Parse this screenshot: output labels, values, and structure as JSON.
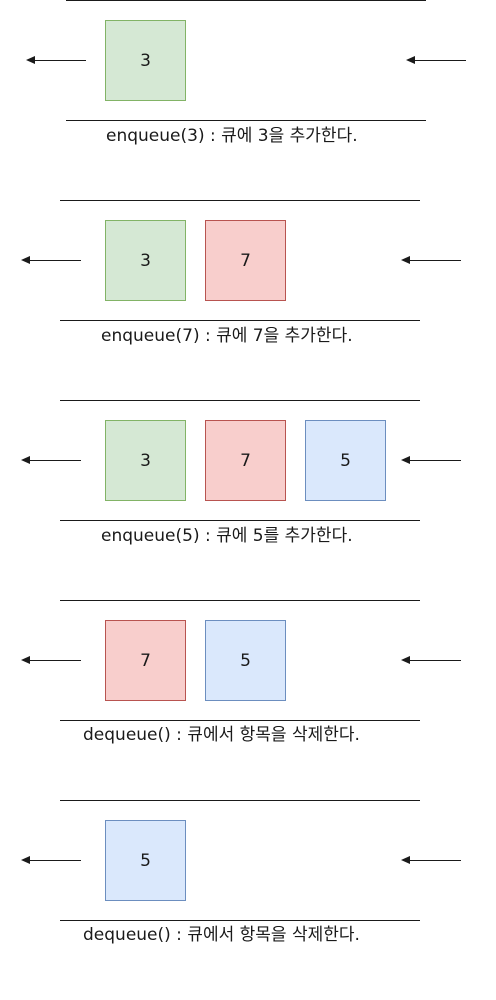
{
  "colors": {
    "green_fill": "#d5e8d4",
    "green_stroke": "#82b366",
    "red_fill": "#f8cecc",
    "red_stroke": "#b85450",
    "blue_fill": "#dae8fc",
    "blue_stroke": "#6c8ebf"
  },
  "stages": [
    {
      "caption": "enqueue(3) : 큐에 3을 추가한다.",
      "items": [
        {
          "value": "3",
          "color": "green"
        }
      ]
    },
    {
      "caption": "enqueue(7) : 큐에 7을 추가한다.",
      "items": [
        {
          "value": "3",
          "color": "green"
        },
        {
          "value": "7",
          "color": "red"
        }
      ]
    },
    {
      "caption": "enqueue(5) : 큐에 5를 추가한다.",
      "items": [
        {
          "value": "3",
          "color": "green"
        },
        {
          "value": "7",
          "color": "red"
        },
        {
          "value": "5",
          "color": "blue"
        }
      ]
    },
    {
      "caption": "dequeue() : 큐에서 항목을 삭제한다.",
      "items": [
        {
          "value": "7",
          "color": "red"
        },
        {
          "value": "5",
          "color": "blue"
        }
      ]
    },
    {
      "caption": "dequeue() : 큐에서 항목을 삭제한다.",
      "items": [
        {
          "value": "5",
          "color": "blue"
        }
      ]
    }
  ]
}
